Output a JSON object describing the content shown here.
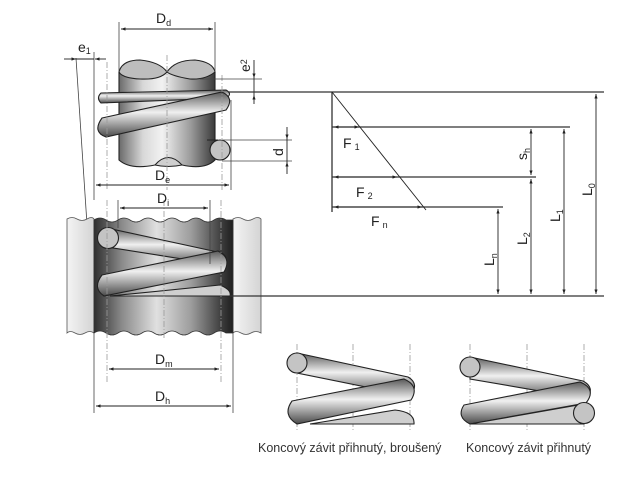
{
  "labels": {
    "Dd": {
      "main": "D",
      "sub": "d"
    },
    "e1": {
      "main": "e",
      "sub": "1"
    },
    "e2": {
      "main": "e",
      "sub": "2"
    },
    "d": {
      "main": "d"
    },
    "De": {
      "main": "D",
      "sub": "e"
    },
    "Di": {
      "main": "D",
      "sub": "i"
    },
    "Dm": {
      "main": "D",
      "sub": "m"
    },
    "Dh": {
      "main": "D",
      "sub": "h"
    },
    "F1": {
      "main": "F",
      "sub": "1"
    },
    "F2": {
      "main": "F",
      "sub": "2"
    },
    "Fn": {
      "main": "F",
      "sub": "n"
    },
    "sh": {
      "main": "s",
      "sub": "h"
    },
    "Ln": {
      "main": "L",
      "sub": "n"
    },
    "L2": {
      "main": "L",
      "sub": "2"
    },
    "L1": {
      "main": "L",
      "sub": "1"
    },
    "L0": {
      "main": "L",
      "sub": "0"
    }
  },
  "captions": {
    "ground_end": "Koncový závit přihnutý, broušený",
    "closed_end": "Koncový závit přihnutý"
  },
  "colors": {
    "line": "#222222",
    "steel_dark": "#4a4a4a",
    "steel_light": "#e6e6e6",
    "background": "#ffffff"
  }
}
